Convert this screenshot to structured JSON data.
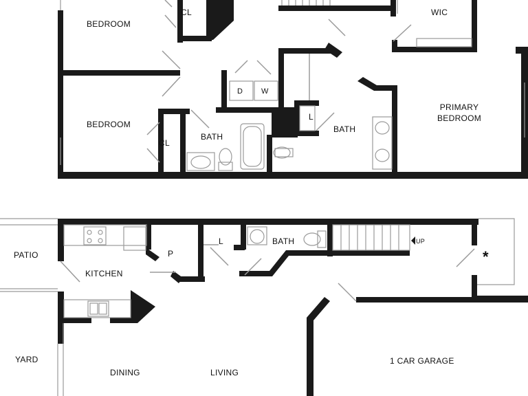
{
  "rooms": {
    "bedroom_top": "BEDROOM",
    "bedroom_mid": "BEDROOM",
    "closet_top": "CL",
    "closet_mid": "CL",
    "bath_upper_left": "BATH",
    "bath_upper_right": "BATH",
    "dryer": "D",
    "washer": "W",
    "linen_upper": "L",
    "wic": "WIC",
    "primary_bedroom_line1": "PRIMARY",
    "primary_bedroom_line2": "BEDROOM",
    "patio": "PATIO",
    "kitchen": "KITCHEN",
    "pantry": "P",
    "linen_lower": "L",
    "bath_lower": "BATH",
    "stairs_up": "UP",
    "mechanical_marker": "*",
    "yard": "YARD",
    "dining": "DINING",
    "living": "LIVING",
    "garage": "1 CAR GARAGE"
  },
  "colors": {
    "wall": "#1a1a1a",
    "fixture": "#9a9a9a",
    "background": "#ffffff"
  }
}
